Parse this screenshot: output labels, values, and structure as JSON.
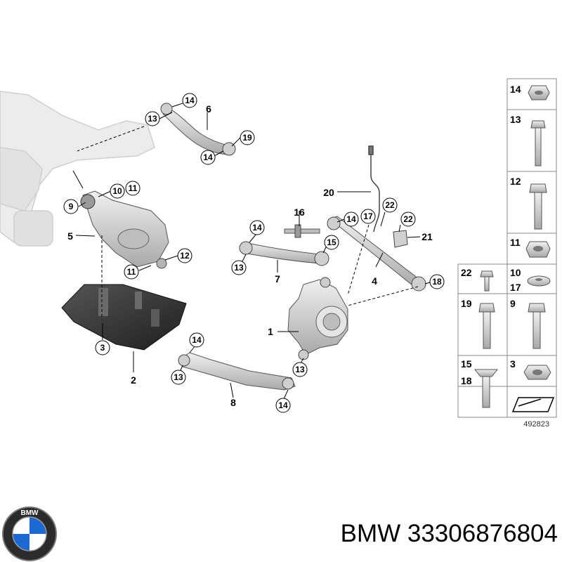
{
  "callouts": {
    "c1": "1",
    "c2": "2",
    "c3": "3",
    "c4": "4",
    "c5": "5",
    "c6": "6",
    "c7": "7",
    "c8": "8",
    "c9": "9",
    "c10": "10",
    "c11a": "11",
    "c11b": "11",
    "c12": "12",
    "c13a": "13",
    "c13b": "13",
    "c13c": "13",
    "c13d": "13",
    "c14a": "14",
    "c14b": "14",
    "c14c": "14",
    "c14d": "14",
    "c14e": "14",
    "c14f": "14",
    "c15": "15",
    "c16": "16",
    "c17": "17",
    "c18": "18",
    "c19": "19",
    "c20": "20",
    "c21": "21",
    "c22a": "22",
    "c22b": "22"
  },
  "parts_table": {
    "r14": "14",
    "r13": "13",
    "r12": "12",
    "r11": "11",
    "r22": "22",
    "r10": "10",
    "r17": "17",
    "r19": "19",
    "r9": "9",
    "r15": "15",
    "r18": "18",
    "r3": "3"
  },
  "diagram_id": "492823",
  "caption": "BMW 33306876804",
  "logo_letters": "BMW",
  "colors": {
    "line": "#000000",
    "part_fill": "#d8d8d8",
    "subframe": "#e6e6e6",
    "shield": "#3a3a3a",
    "bmw_blue": "#1c69d4"
  }
}
